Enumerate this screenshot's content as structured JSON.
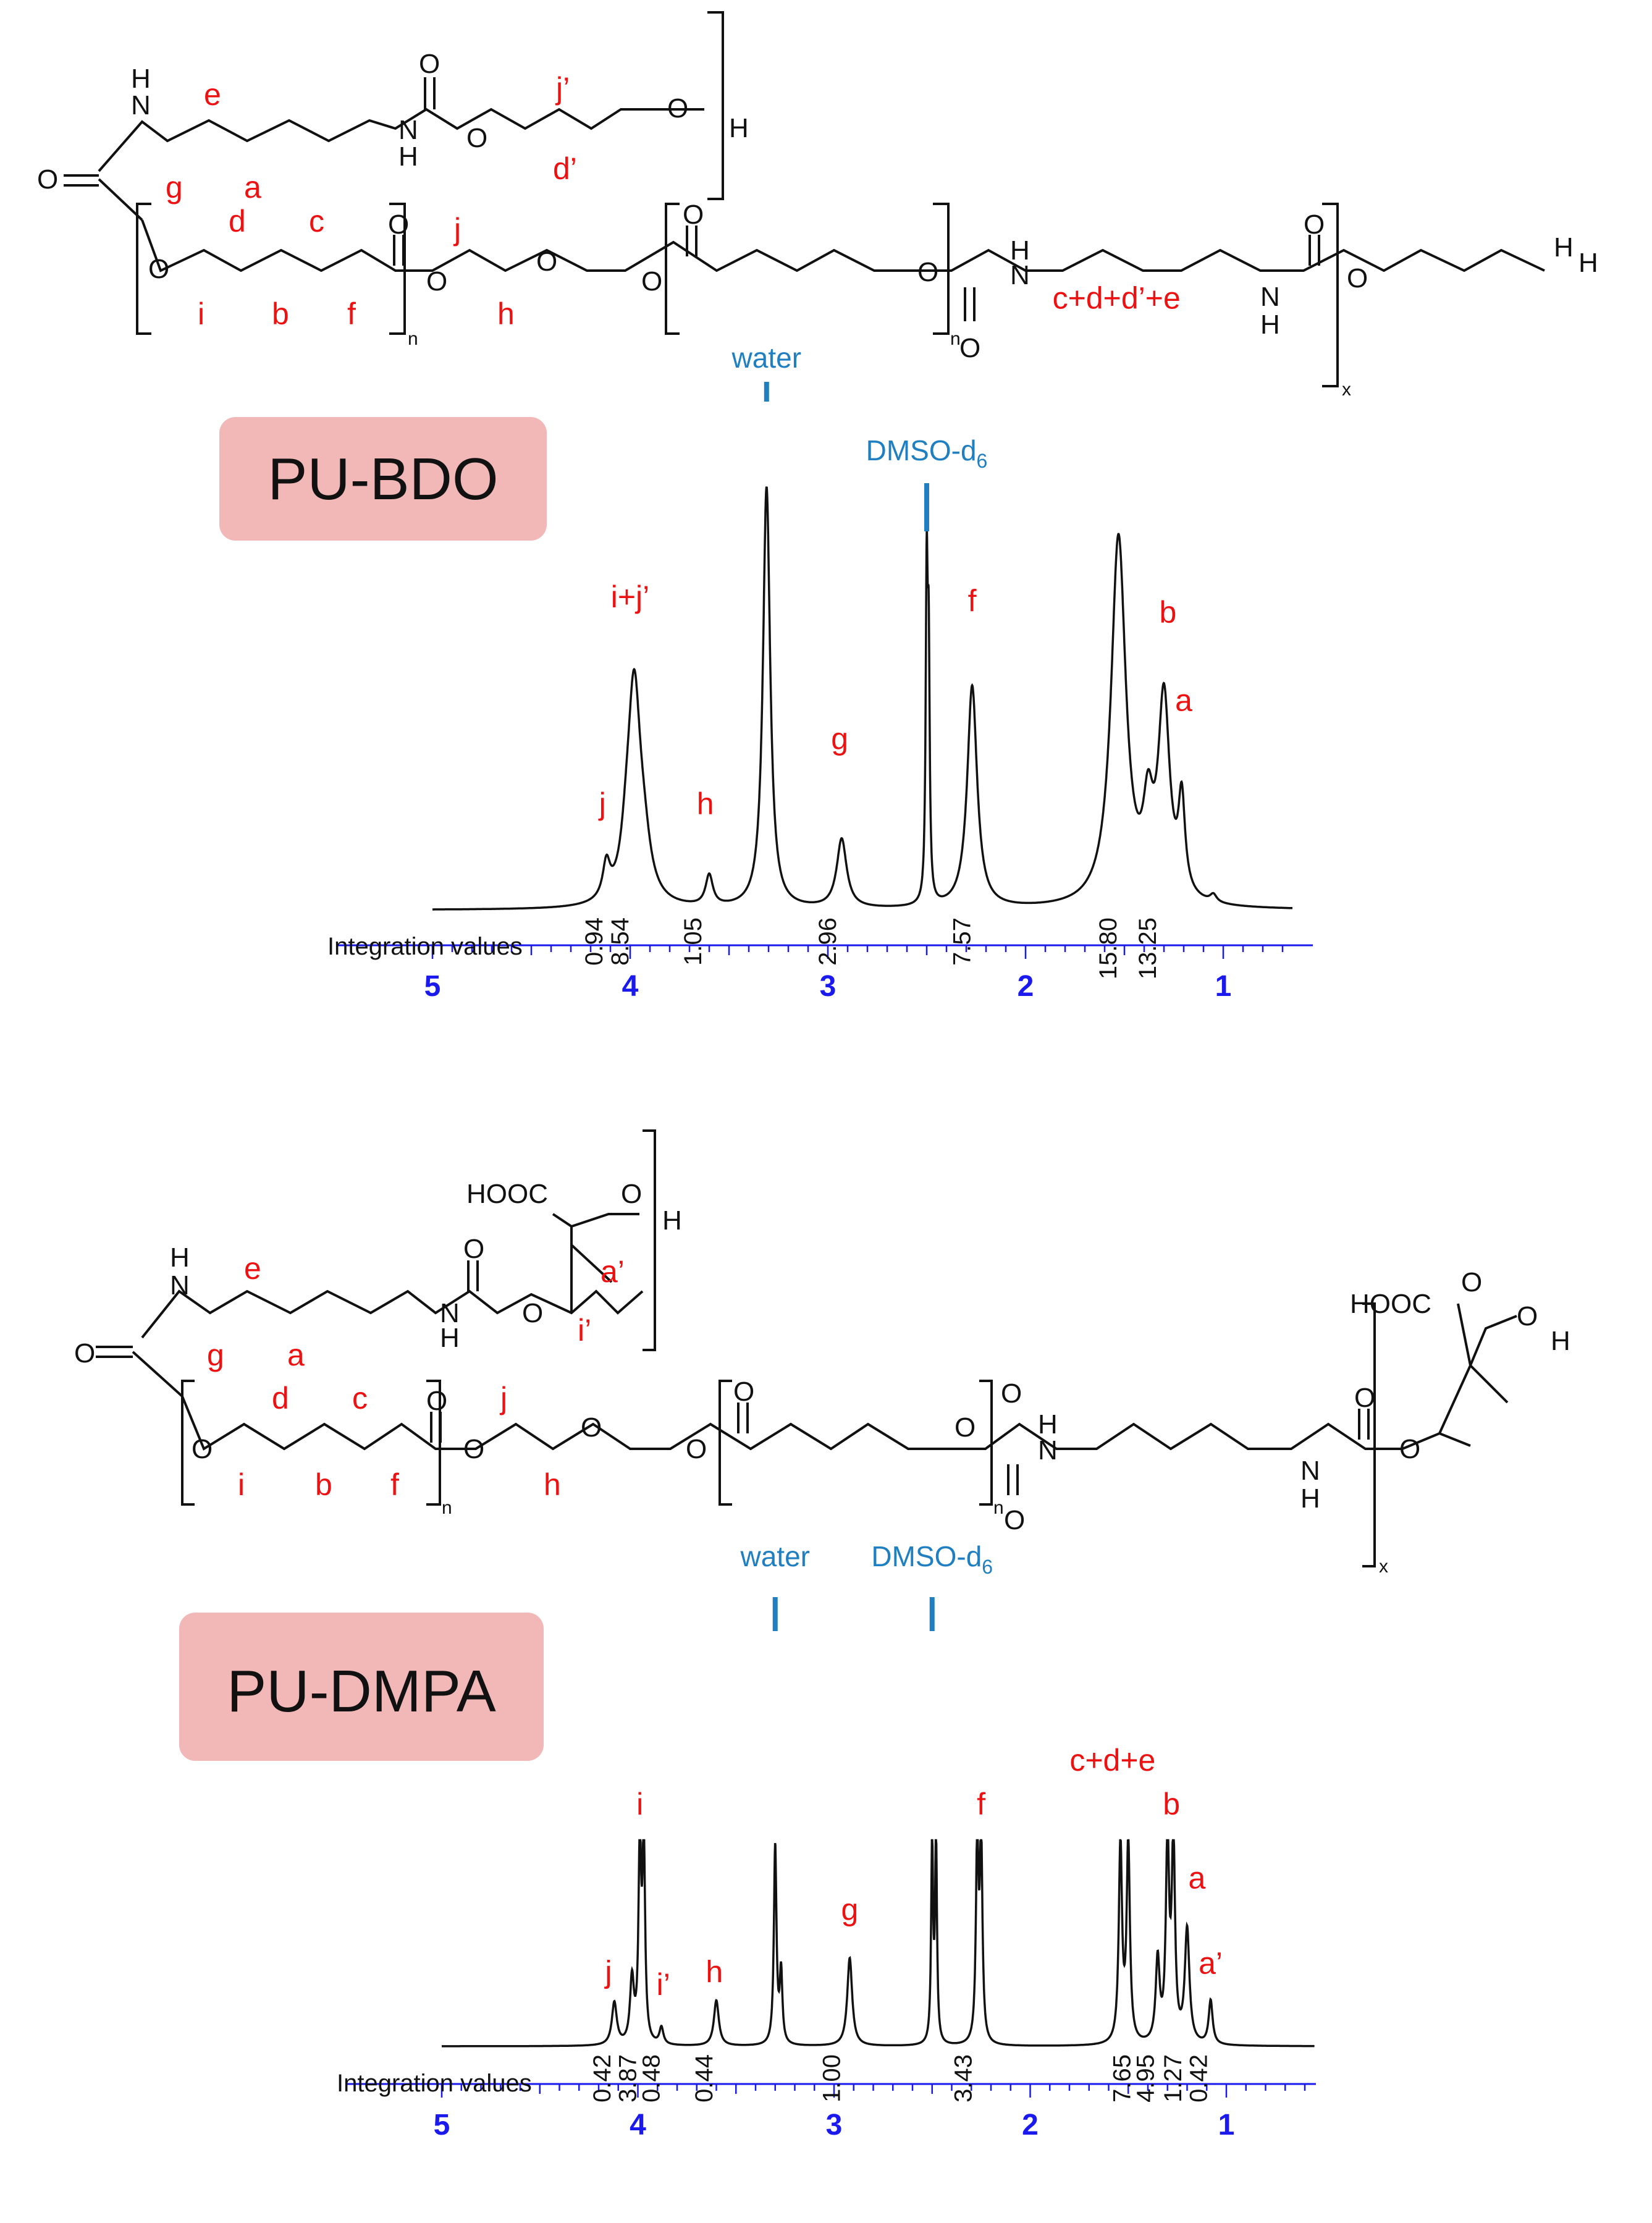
{
  "colors": {
    "peak_label": "#ee1111",
    "solvent_label": "#1f7fc0",
    "axis": "#1a1aee",
    "sample_box": "#f2b7b7",
    "spectrum": "#111111"
  },
  "chart_data": [
    {
      "type": "line",
      "sample_label": "PU-BDO",
      "x_axis": {
        "reversed": true,
        "range": [
          5.0,
          0.65
        ],
        "ticks": [
          5,
          4,
          3,
          2,
          1
        ],
        "tick_labels": [
          "5",
          "4",
          "3",
          "2",
          "1"
        ]
      },
      "integration_title": "Integration values",
      "solvent_labels": [
        {
          "text": "water",
          "shift": 3.31
        },
        {
          "text": "DMSO-d",
          "subscript": "6",
          "shift": 2.5
        }
      ],
      "peaks": [
        {
          "shift": 4.12,
          "height": 0.09,
          "width": 0.022
        },
        {
          "shift": 4.02,
          "height": 0.07,
          "width": 0.03
        },
        {
          "shift": 3.98,
          "height": 0.56,
          "width": 0.04
        },
        {
          "shift": 3.93,
          "height": 0.1,
          "width": 0.04
        },
        {
          "shift": 3.6,
          "height": 0.08,
          "width": 0.022
        },
        {
          "shift": 3.31,
          "height": 1.1,
          "width": 0.022
        },
        {
          "shift": 2.93,
          "height": 0.18,
          "width": 0.03
        },
        {
          "shift": 2.5,
          "height": 0.82,
          "width": 0.006
        },
        {
          "shift": 2.49,
          "height": 0.6,
          "width": 0.006
        },
        {
          "shift": 2.27,
          "height": 0.58,
          "width": 0.03
        },
        {
          "shift": 1.53,
          "height": 0.96,
          "width": 0.045
        },
        {
          "shift": 1.38,
          "height": 0.2,
          "width": 0.03
        },
        {
          "shift": 1.3,
          "height": 0.52,
          "width": 0.035
        },
        {
          "shift": 1.21,
          "height": 0.24,
          "width": 0.02
        },
        {
          "shift": 1.05,
          "height": 0.02,
          "width": 0.02
        }
      ],
      "integrations": [
        {
          "shift": 4.14,
          "value": "0.94"
        },
        {
          "shift": 4.01,
          "value": "8.54"
        },
        {
          "shift": 3.64,
          "value": "1.05"
        },
        {
          "shift": 2.96,
          "value": "2.96"
        },
        {
          "shift": 2.28,
          "value": "7.57"
        },
        {
          "shift": 1.54,
          "value": "15.80"
        },
        {
          "shift": 1.34,
          "value": "13.25"
        }
      ],
      "peak_labels": [
        {
          "text": "i+j’",
          "shift": 4.0,
          "level": 0.79
        },
        {
          "text": "j",
          "shift": 4.14,
          "level": 0.25
        },
        {
          "text": "h",
          "shift": 3.62,
          "level": 0.25
        },
        {
          "text": "g",
          "shift": 2.94,
          "level": 0.42
        },
        {
          "text": "f",
          "shift": 2.27,
          "level": 0.78
        },
        {
          "text": "c+d+d’+e",
          "shift": 1.54,
          "level": 1.57
        },
        {
          "text": "b",
          "shift": 1.28,
          "level": 0.75
        },
        {
          "text": "a",
          "shift": 1.2,
          "level": 0.52
        }
      ]
    },
    {
      "type": "line",
      "sample_label": "PU-DMPA",
      "x_axis": {
        "reversed": true,
        "range": [
          5.0,
          0.55
        ],
        "ticks": [
          5,
          4,
          3,
          2,
          1
        ],
        "tick_labels": [
          "5",
          "4",
          "3",
          "2",
          "1"
        ]
      },
      "integration_title": "Integration values",
      "solvent_labels": [
        {
          "text": "water",
          "shift": 3.3
        },
        {
          "text": "DMSO-d",
          "subscript": "6",
          "shift": 2.5
        }
      ],
      "peaks": [
        {
          "shift": 4.12,
          "height": 0.3,
          "width": 0.015
        },
        {
          "shift": 4.03,
          "height": 0.45,
          "width": 0.012
        },
        {
          "shift": 3.99,
          "height": 1.4,
          "width": 0.008
        },
        {
          "shift": 3.97,
          "height": 1.4,
          "width": 0.008
        },
        {
          "shift": 3.88,
          "height": 0.12,
          "width": 0.012
        },
        {
          "shift": 3.6,
          "height": 0.32,
          "width": 0.015
        },
        {
          "shift": 3.3,
          "height": 1.4,
          "width": 0.008
        },
        {
          "shift": 3.27,
          "height": 0.5,
          "width": 0.008
        },
        {
          "shift": 2.92,
          "height": 0.62,
          "width": 0.015
        },
        {
          "shift": 2.5,
          "height": 1.4,
          "width": 0.006
        },
        {
          "shift": 2.48,
          "height": 1.4,
          "width": 0.006
        },
        {
          "shift": 2.27,
          "height": 1.4,
          "width": 0.008
        },
        {
          "shift": 2.25,
          "height": 1.4,
          "width": 0.008
        },
        {
          "shift": 1.54,
          "height": 1.4,
          "width": 0.01
        },
        {
          "shift": 1.5,
          "height": 1.4,
          "width": 0.01
        },
        {
          "shift": 1.35,
          "height": 0.58,
          "width": 0.012
        },
        {
          "shift": 1.3,
          "height": 1.4,
          "width": 0.01
        },
        {
          "shift": 1.27,
          "height": 1.4,
          "width": 0.01
        },
        {
          "shift": 1.2,
          "height": 0.8,
          "width": 0.014
        },
        {
          "shift": 1.08,
          "height": 0.31,
          "width": 0.012
        }
      ],
      "integrations": [
        {
          "shift": 4.14,
          "value": "0.42"
        },
        {
          "shift": 4.01,
          "value": "3.87"
        },
        {
          "shift": 3.89,
          "value": "0.48"
        },
        {
          "shift": 3.62,
          "value": "0.44"
        },
        {
          "shift": 2.97,
          "value": "1.00"
        },
        {
          "shift": 2.3,
          "value": "3.43"
        },
        {
          "shift": 1.49,
          "value": "7.65"
        },
        {
          "shift": 1.37,
          "value": "4.95"
        },
        {
          "shift": 1.23,
          "value": "1.27"
        },
        {
          "shift": 1.1,
          "value": "0.42"
        }
      ],
      "peak_labels": [
        {
          "text": "i",
          "shift": 3.99,
          "level": 1.63
        },
        {
          "text": "j",
          "shift": 4.15,
          "level": 0.45
        },
        {
          "text": "i’",
          "shift": 3.87,
          "level": 0.36
        },
        {
          "text": "h",
          "shift": 3.61,
          "level": 0.45
        },
        {
          "text": "g",
          "shift": 2.92,
          "level": 0.89
        },
        {
          "text": "f",
          "shift": 2.25,
          "level": 1.63
        },
        {
          "text": "c+d+e",
          "shift": 1.58,
          "level": 1.94
        },
        {
          "text": "b",
          "shift": 1.28,
          "level": 1.63
        },
        {
          "text": "a",
          "shift": 1.15,
          "level": 1.11
        },
        {
          "text": "a’",
          "shift": 1.08,
          "level": 0.51
        }
      ]
    }
  ],
  "structure_bdo": {
    "atoms": [
      "N",
      "H",
      "O",
      "O",
      "O",
      "O",
      "O",
      "O",
      "O",
      "O",
      "O",
      "O",
      "O",
      "O",
      "O",
      "O",
      "H",
      "H",
      "H",
      "N",
      "H",
      "N",
      "H",
      "N",
      "H"
    ],
    "labels": [
      "e",
      "g",
      "a",
      "j’",
      "d’",
      "d",
      "c",
      "i",
      "b",
      "f",
      "j",
      "h"
    ],
    "subscripts": [
      "n",
      "n",
      "x"
    ]
  },
  "structure_dmpa": {
    "atoms": [
      "HOOC",
      "O",
      "H",
      "N",
      "H",
      "O",
      "N",
      "H",
      "O",
      "O",
      "O",
      "O",
      "O",
      "O",
      "O",
      "O",
      "O",
      "O",
      "O",
      "O",
      "H",
      "N",
      "O",
      "N",
      "H",
      "HOOC",
      "O",
      "H",
      "O"
    ],
    "labels": [
      "e",
      "a’",
      "g",
      "a",
      "i’",
      "d",
      "c",
      "j",
      "i",
      "b",
      "f",
      "h"
    ],
    "subscripts": [
      "n",
      "n",
      "x"
    ]
  }
}
